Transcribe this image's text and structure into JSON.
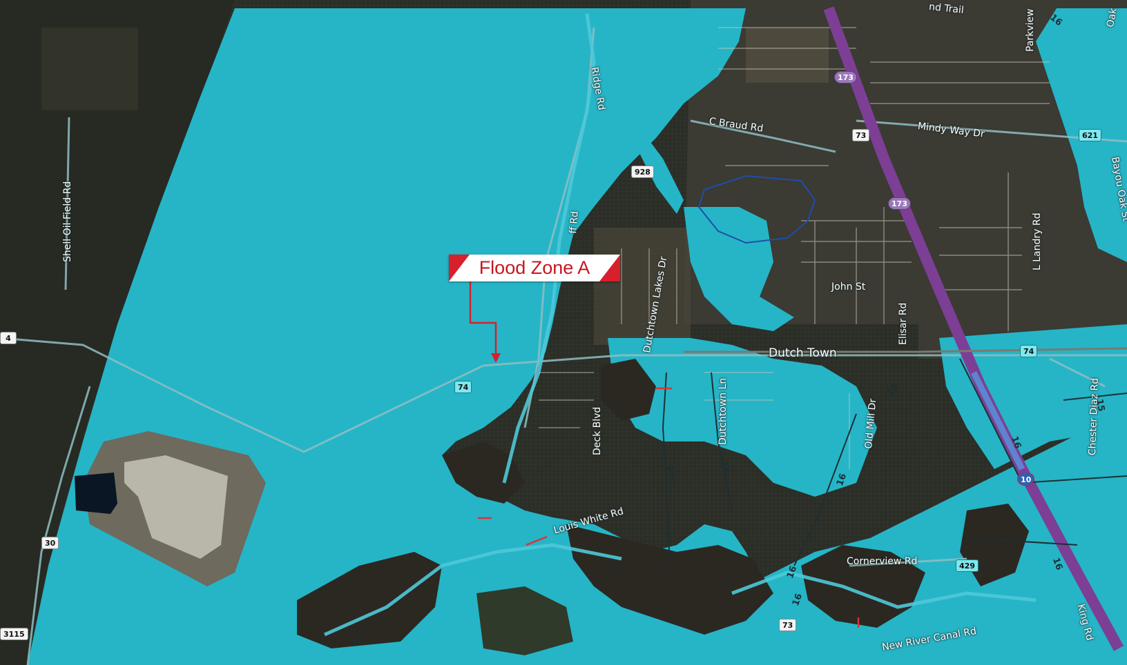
{
  "callout": {
    "label": "Flood Zone A",
    "color": "#d8202c"
  },
  "flood_zone_color": "#25b5c7",
  "streets": [
    {
      "key": "shell_oil",
      "text": "Shell Oil Field Rd"
    },
    {
      "key": "ridge",
      "text": "Ridge Rd"
    },
    {
      "key": "bluff",
      "text": "ff Rd"
    },
    {
      "key": "braud",
      "text": "C Braud Rd"
    },
    {
      "key": "mindy",
      "text": "Mindy Way Dr"
    },
    {
      "key": "parkview",
      "text": "Parkview"
    },
    {
      "key": "trail",
      "text": "nd Trail"
    },
    {
      "key": "oak",
      "text": "Oak"
    },
    {
      "key": "bayou_oak",
      "text": "Bayou Oak St"
    },
    {
      "key": "l_landry",
      "text": "L Landry Rd"
    },
    {
      "key": "john",
      "text": "John St"
    },
    {
      "key": "elisar",
      "text": "Elisar Rd"
    },
    {
      "key": "dutchtown_lakes",
      "text": "Dutchtown Lakes Dr"
    },
    {
      "key": "dutchtown_ln",
      "text": "Dutchtown Ln"
    },
    {
      "key": "deck",
      "text": "Deck Blvd"
    },
    {
      "key": "old_mill",
      "text": "Old Mill Dr"
    },
    {
      "key": "louis_white",
      "text": "Louis White Rd"
    },
    {
      "key": "cornerview",
      "text": "Cornerview Rd"
    },
    {
      "key": "new_river",
      "text": "New River Canal Rd"
    },
    {
      "key": "king",
      "text": "King Rd"
    },
    {
      "key": "chester_diaz",
      "text": "Chester Diaz Rd"
    }
  ],
  "places": [
    {
      "key": "dutch_town",
      "text": "Dutch Town"
    }
  ],
  "shields": [
    {
      "key": "s173a",
      "text": "173",
      "style": "purple"
    },
    {
      "key": "s73a",
      "text": "73",
      "style": "plain"
    },
    {
      "key": "s928",
      "text": "928",
      "style": "plain"
    },
    {
      "key": "s173b",
      "text": "173",
      "style": "purple"
    },
    {
      "key": "s74a",
      "text": "74",
      "style": "teal"
    },
    {
      "key": "s74b",
      "text": "74",
      "style": "teal"
    },
    {
      "key": "s30",
      "text": "30",
      "style": "plain"
    },
    {
      "key": "s10",
      "text": "10",
      "style": "blue"
    },
    {
      "key": "s429",
      "text": "429",
      "style": "teal"
    },
    {
      "key": "s73b",
      "text": "73",
      "style": "plain"
    },
    {
      "key": "s621",
      "text": "621",
      "style": "teal"
    },
    {
      "key": "s3115",
      "text": "3115",
      "style": "plain"
    },
    {
      "key": "s74c",
      "text": "4",
      "style": "plain"
    }
  ],
  "contours": [
    {
      "key": "c16a",
      "text": "16"
    },
    {
      "key": "c17a",
      "text": "17"
    },
    {
      "key": "c16b",
      "text": "16"
    },
    {
      "key": "c16c",
      "text": "16"
    },
    {
      "key": "c16d",
      "text": "16"
    },
    {
      "key": "c16e",
      "text": "16"
    },
    {
      "key": "c16f",
      "text": "16"
    },
    {
      "key": "c15",
      "text": "15"
    },
    {
      "key": "c16g",
      "text": "16"
    },
    {
      "key": "c16h",
      "text": "16"
    },
    {
      "key": "c17b",
      "text": "17"
    }
  ]
}
